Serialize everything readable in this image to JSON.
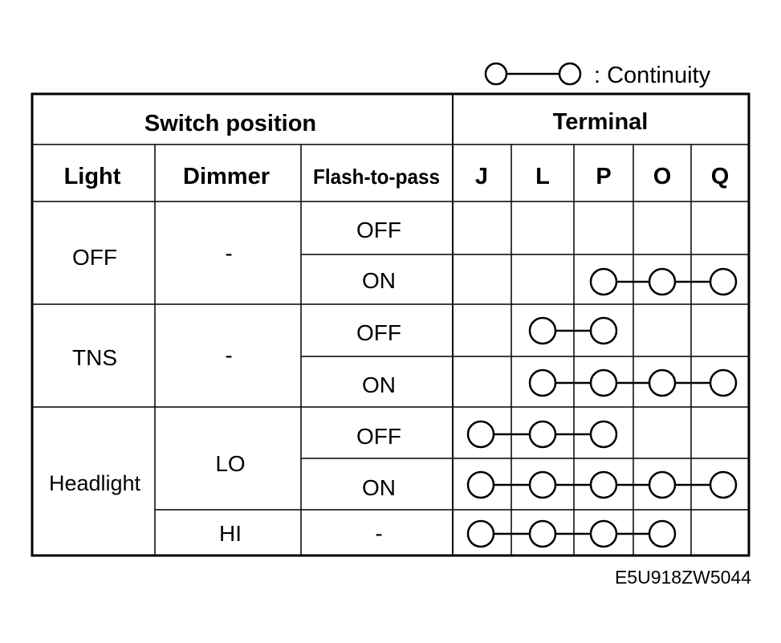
{
  "legend": {
    "label": ": Continuity",
    "icon": "continuity-symbol"
  },
  "headers": {
    "switch_position": "Switch position",
    "terminal": "Terminal",
    "light": "Light",
    "dimmer": "Dimmer",
    "flash": "Flash-to-pass",
    "terminals": [
      "J",
      "L",
      "P",
      "O",
      "Q"
    ]
  },
  "groups": [
    {
      "light": "OFF",
      "dimmer": "-"
    },
    {
      "light": "TNS",
      "dimmer": "-"
    },
    {
      "light": "Headlight",
      "dimmers": [
        "LO",
        "HI"
      ]
    }
  ],
  "rows": [
    {
      "flash": "OFF",
      "connected": []
    },
    {
      "flash": "ON",
      "connected": [
        "P",
        "O",
        "Q"
      ]
    },
    {
      "flash": "OFF",
      "connected": [
        "L",
        "P"
      ]
    },
    {
      "flash": "ON",
      "connected": [
        "L",
        "P",
        "O",
        "Q"
      ]
    },
    {
      "flash": "OFF",
      "connected": [
        "J",
        "L",
        "P"
      ]
    },
    {
      "flash": "ON",
      "connected": [
        "J",
        "L",
        "P",
        "O",
        "Q"
      ]
    },
    {
      "flash": "-",
      "connected": [
        "J",
        "L",
        "P",
        "O"
      ]
    }
  ],
  "figure_code": "E5U918ZW5044"
}
